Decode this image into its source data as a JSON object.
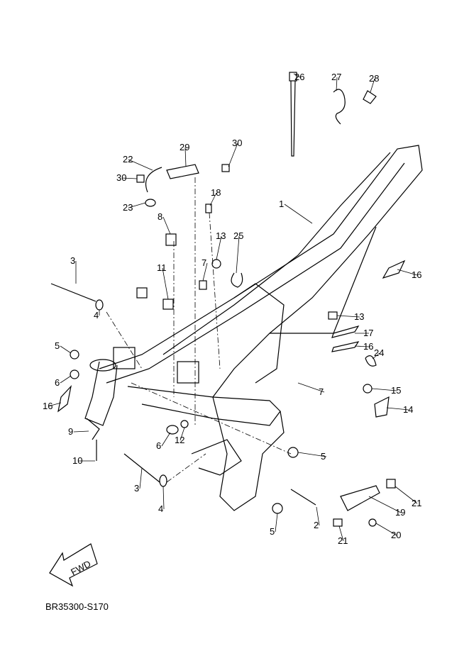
{
  "diagram_code": "BR35300-S170",
  "fwd_arrow_label": "FWD",
  "callouts": [
    {
      "num": "1"
    },
    {
      "num": "2"
    },
    {
      "num": "3"
    },
    {
      "num": "3"
    },
    {
      "num": "4"
    },
    {
      "num": "4"
    },
    {
      "num": "5"
    },
    {
      "num": "5"
    },
    {
      "num": "5"
    },
    {
      "num": "6"
    },
    {
      "num": "6"
    },
    {
      "num": "7"
    },
    {
      "num": "7"
    },
    {
      "num": "8"
    },
    {
      "num": "9"
    },
    {
      "num": "10"
    },
    {
      "num": "11"
    },
    {
      "num": "12"
    },
    {
      "num": "13"
    },
    {
      "num": "13"
    },
    {
      "num": "14"
    },
    {
      "num": "15"
    },
    {
      "num": "16"
    },
    {
      "num": "16"
    },
    {
      "num": "16"
    },
    {
      "num": "17"
    },
    {
      "num": "18"
    },
    {
      "num": "19"
    },
    {
      "num": "20"
    },
    {
      "num": "21"
    },
    {
      "num": "21"
    },
    {
      "num": "22"
    },
    {
      "num": "23"
    },
    {
      "num": "24"
    },
    {
      "num": "25"
    },
    {
      "num": "26"
    },
    {
      "num": "27"
    },
    {
      "num": "28"
    },
    {
      "num": "29"
    },
    {
      "num": "30"
    },
    {
      "num": "30"
    }
  ]
}
